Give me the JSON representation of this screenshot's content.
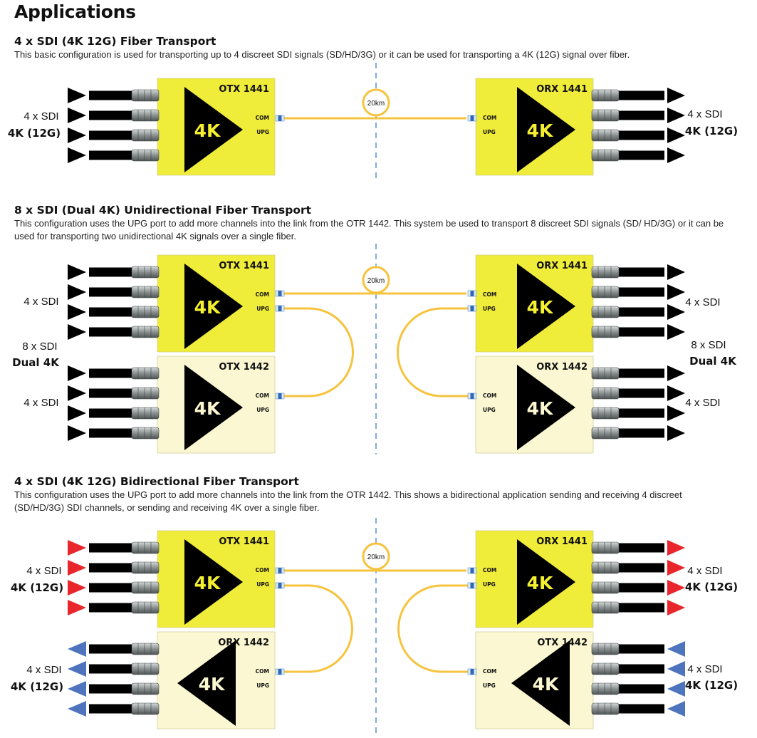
{
  "page_title": "Applications",
  "colors": {
    "device_yellow": "#f0ec3a",
    "device_pale": "#faf7d2",
    "fiber": "#f6c33d",
    "divider": "#5b8fd0",
    "arrow_black": "#000000",
    "arrow_red": "#e8262b",
    "arrow_blue": "#4d74bd"
  },
  "sections": [
    {
      "title": "4 x SDI (4K 12G) Fiber Transport",
      "description": "This basic configuration is used for transporting up to 4 discreet SDI signals (SD/HD/3G) or it can be used for transporting a 4K (12G) signal over fiber."
    },
    {
      "title": "8 x SDI (Dual 4K) Unidirectional Fiber Transport",
      "description": "This configuration uses the UPG port to add more channels into the link from the OTR 1442. This system be used to transport 8 discreet SDI signals (SD/ HD/3G) or it can be used for transporting two unidirectional 4K signals over a single fiber."
    },
    {
      "title": "4 x SDI (4K 12G) Bidirectional Fiber Transport",
      "description": "This configuration uses the UPG port to add more channels into the link from the OTR 1442. This shows a bidirectional application sending and receiving 4 discreet (SD/HD/3G) SDI channels, or sending and receiving 4K over a single fiber."
    }
  ],
  "labels": {
    "big_4k": "4K",
    "com": "COM",
    "upg": "UPG",
    "distance": "20km",
    "four_sdi": "4 x SDI",
    "eight_sdi": "8 x SDI",
    "k12g": "4K (12G)",
    "dual4k": "Dual 4K"
  },
  "devices": {
    "otx1441": "OTX 1441",
    "orx1441": "ORX 1441",
    "otx1442": "OTX 1442",
    "orx1442": "ORX 1442"
  }
}
